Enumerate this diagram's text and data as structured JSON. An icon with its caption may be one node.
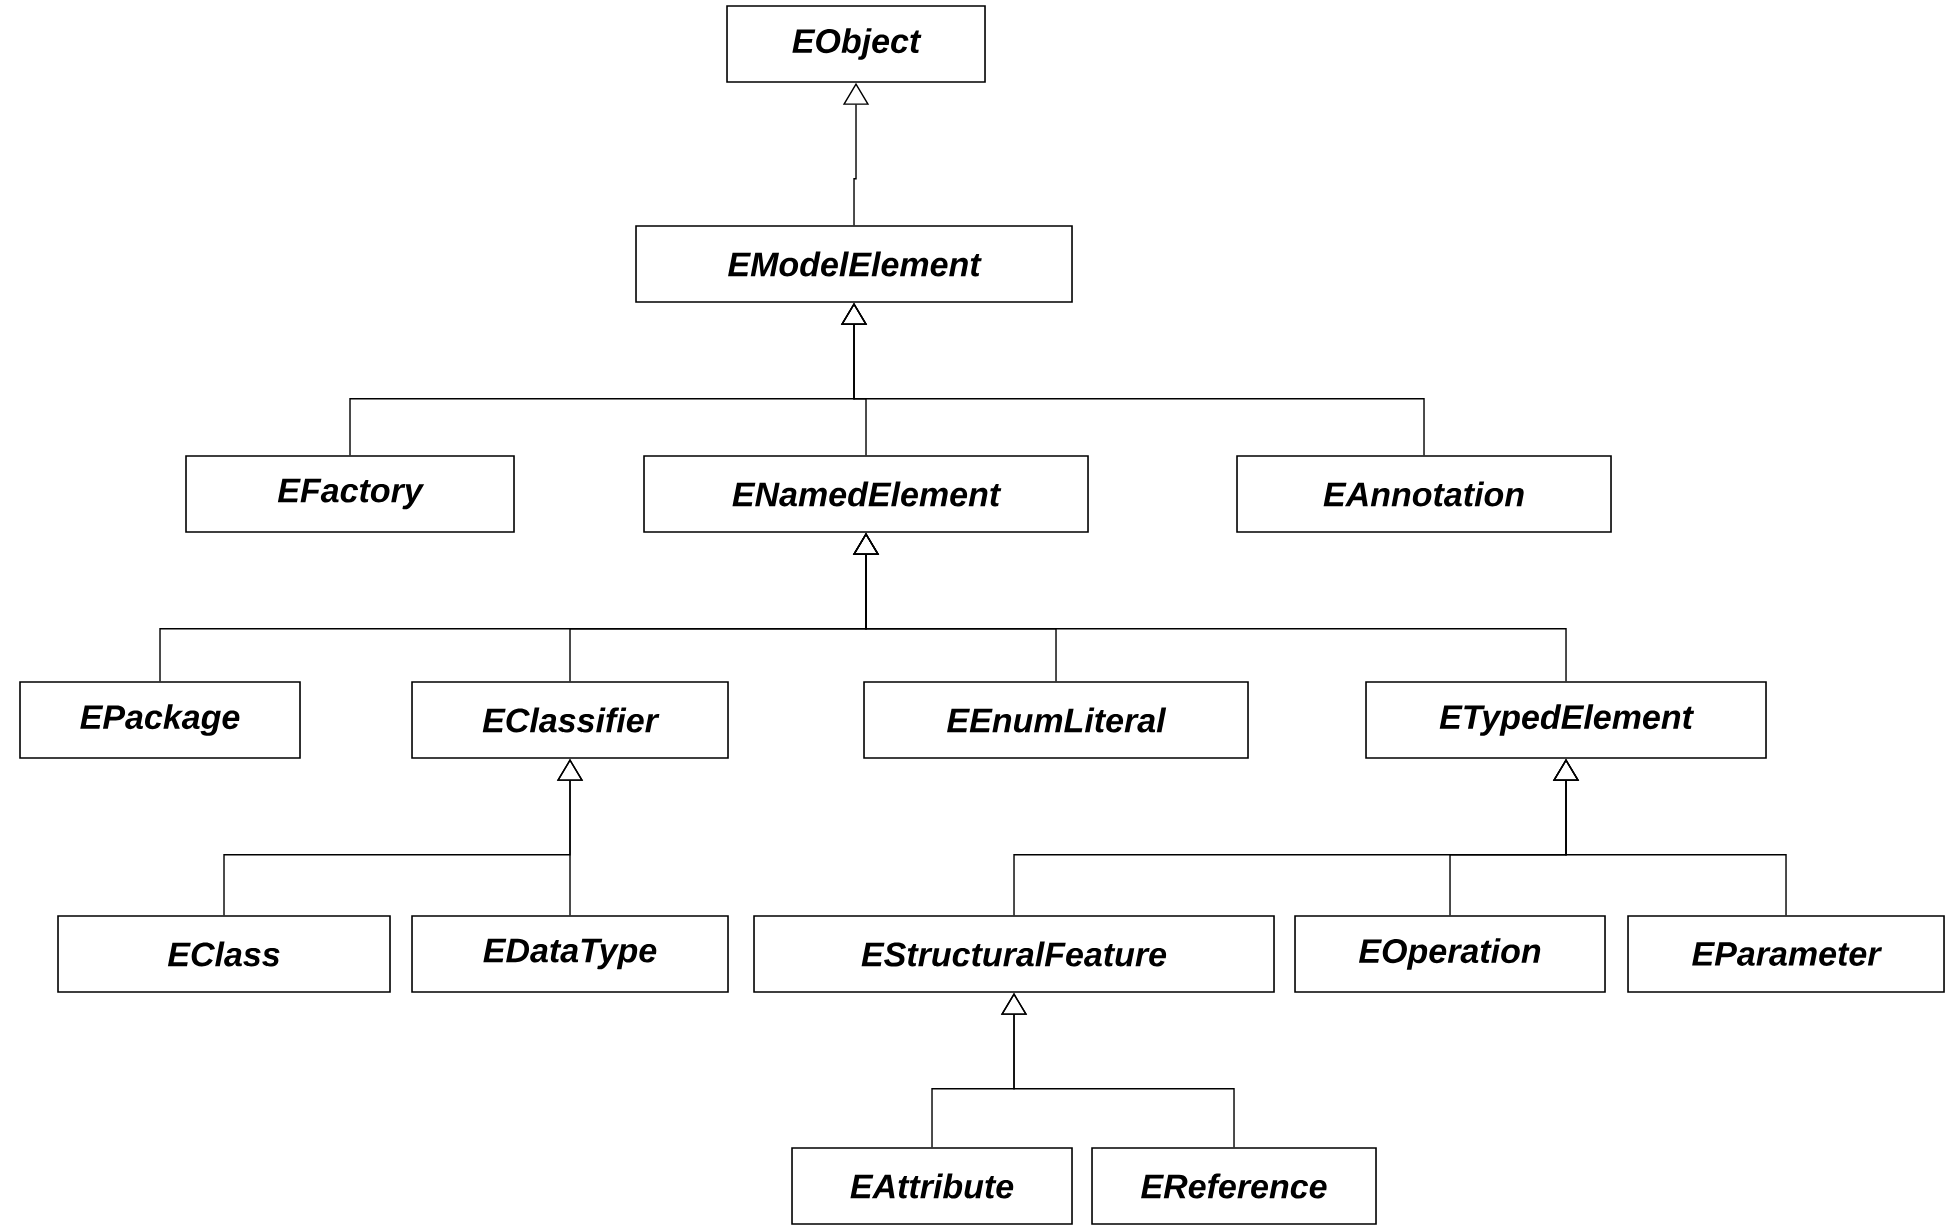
{
  "diagram": {
    "nodes": [
      {
        "text": [
          "EObject"
        ]
      },
      {
        "text": [
          "EModelElement"
        ]
      },
      {
        "text": [
          "EFactory"
        ]
      },
      {
        "text": [
          "ENamedElement"
        ]
      },
      {
        "text": [
          "EAnnotation"
        ]
      },
      {
        "text": [
          "EPackage"
        ]
      },
      {
        "text": [
          "EClassifier"
        ]
      },
      {
        "text": [
          "EEnumLiteral"
        ]
      },
      {
        "text": [
          "ETypedElement"
        ]
      },
      {
        "text": [
          "EClass"
        ]
      },
      {
        "text": [
          "EDataType"
        ]
      },
      {
        "text": [
          "EStructuralFeature"
        ]
      },
      {
        "text": [
          "EOperation"
        ]
      },
      {
        "text": [
          "EParameter"
        ]
      },
      {
        "text": [
          "EAttribute"
        ]
      },
      {
        "text": [
          "EReference"
        ]
      }
    ],
    "edges": [
      {
        "from": 1,
        "to": 0,
        "arrow": "to"
      },
      {
        "from": 2,
        "to": 1,
        "arrow": "to"
      },
      {
        "from": 3,
        "to": 1,
        "arrow": "to"
      },
      {
        "from": 4,
        "to": 1,
        "arrow": "to"
      },
      {
        "from": 5,
        "to": 3,
        "arrow": "to"
      },
      {
        "from": 6,
        "to": 3,
        "arrow": "to"
      },
      {
        "from": 7,
        "to": 3,
        "arrow": "to"
      },
      {
        "from": 8,
        "to": 3,
        "arrow": "to"
      },
      {
        "from": 9,
        "to": 6,
        "arrow": "to"
      },
      {
        "from": 10,
        "to": 6,
        "arrow": "to"
      },
      {
        "from": 11,
        "to": 8,
        "arrow": "to"
      },
      {
        "from": 12,
        "to": 8,
        "arrow": "to"
      },
      {
        "from": 13,
        "to": 8,
        "arrow": "to"
      },
      {
        "from": 14,
        "to": 11,
        "arrow": "to"
      },
      {
        "from": 15,
        "to": 11,
        "arrow": "to"
      }
    ]
  }
}
